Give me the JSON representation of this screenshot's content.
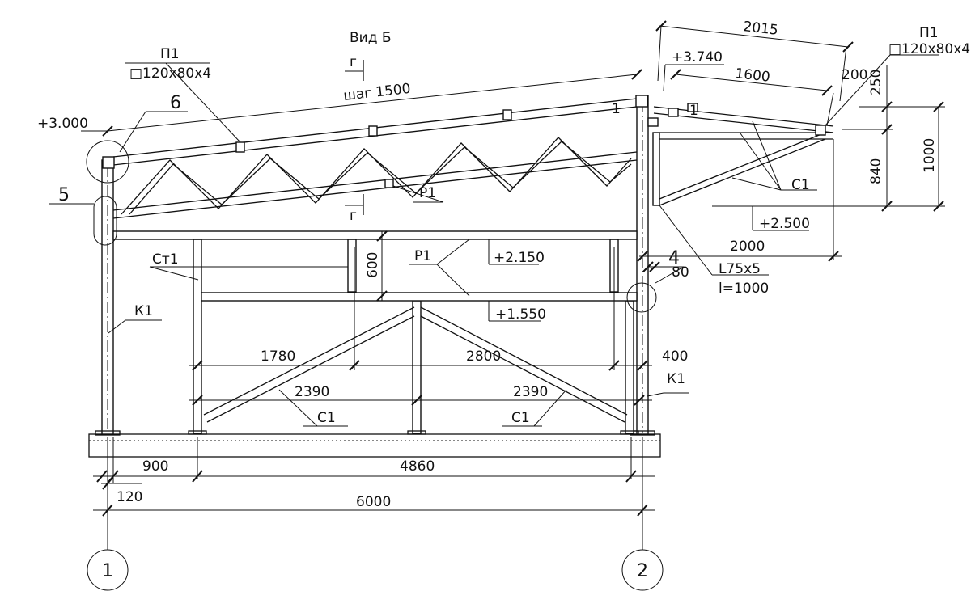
{
  "view_title": "Вид Б",
  "section_mark": "г",
  "truss_pitch": "шаг 1500",
  "elevations": {
    "top_left": "+3.000",
    "top_right": "+3.740",
    "canopy_bottom": "+2.500",
    "beam_upper": "+2.150",
    "beam_lower": "+1.550"
  },
  "callouts": {
    "detail_6": "6",
    "detail_5": "5",
    "detail_4": "4"
  },
  "labels": {
    "p1_left": "П1",
    "p1_left_section": "□120x80x4",
    "p1_right": "П1",
    "p1_right_section": "□120x80x4",
    "r1_truss": "Р1",
    "r1_beam": "Р1",
    "st1": "Ст1",
    "k1_left": "К1",
    "k1_right": "К1",
    "c1_canopy": "С1",
    "c1_left": "С1",
    "c1_right": "С1",
    "angle": "L75x5",
    "angle_length": "l=1000",
    "slope_marker": "1"
  },
  "dimensions": {
    "d2015": "2015",
    "d1600": "1600",
    "d200": "200",
    "d250": "250",
    "d840": "840",
    "d1000": "1000",
    "d2000": "2000",
    "d80": "80",
    "d600": "600",
    "d1780": "1780",
    "d2800": "2800",
    "d400": "400",
    "d2390_left": "2390",
    "d2390_right": "2390",
    "d900": "900",
    "d4860": "4860",
    "d120": "120",
    "d6000": "6000"
  },
  "axes": {
    "axis_1": "1",
    "axis_2": "2"
  }
}
